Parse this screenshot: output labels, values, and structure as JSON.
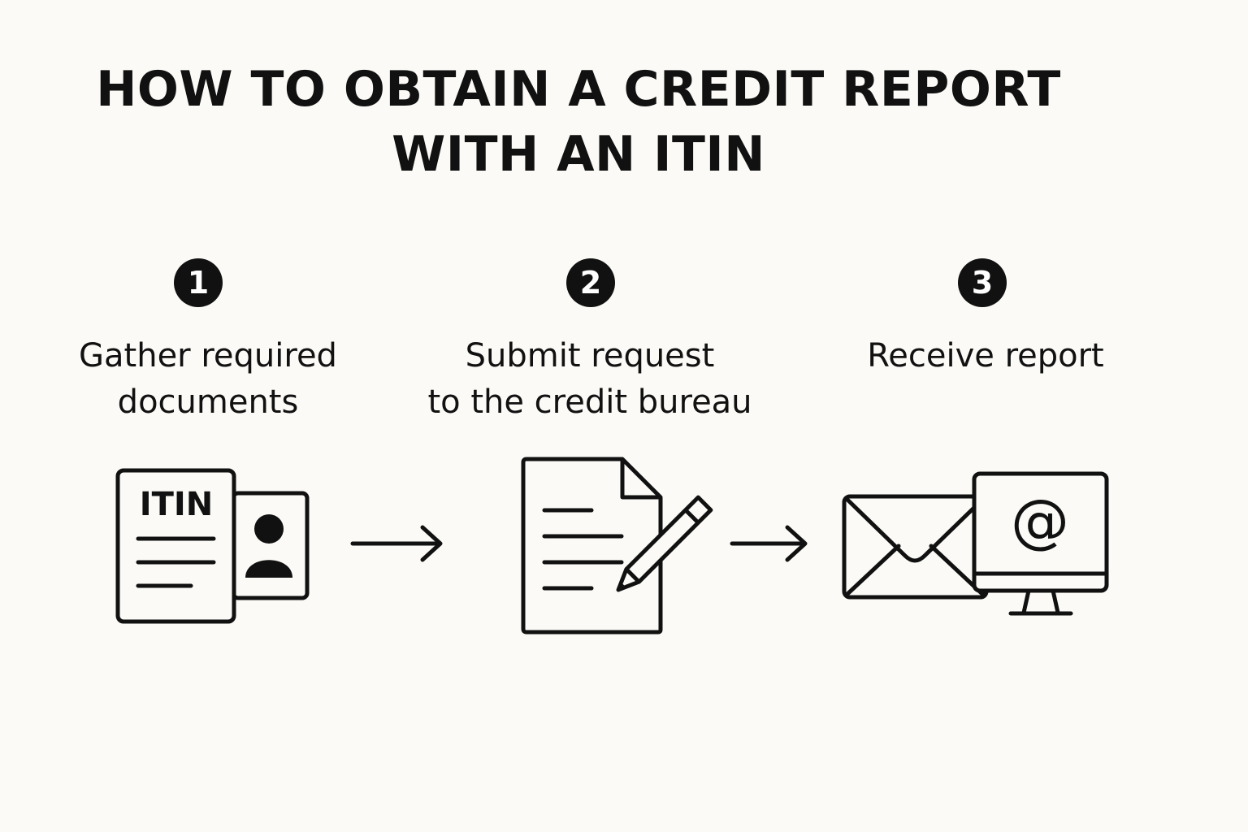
{
  "title": {
    "line1": "HOW TO OBTAIN A CREDIT REPORT",
    "line2": "WITH AN ITIN"
  },
  "steps": [
    {
      "number": "1",
      "label_line1": "Gather required",
      "label_line2": "documents",
      "icon": "itin-document-icon",
      "icon_text": "ITIN"
    },
    {
      "number": "2",
      "label_line1": "Submit request",
      "label_line2": "to the credit bureau",
      "icon": "document-pencil-icon"
    },
    {
      "number": "3",
      "label_line1": "Receive report",
      "label_line2": "",
      "icon": "envelope-monitor-icon",
      "icon_text": "@"
    }
  ],
  "colors": {
    "background": "#fbfaf6",
    "ink": "#111111",
    "badge_text": "#ffffff"
  }
}
